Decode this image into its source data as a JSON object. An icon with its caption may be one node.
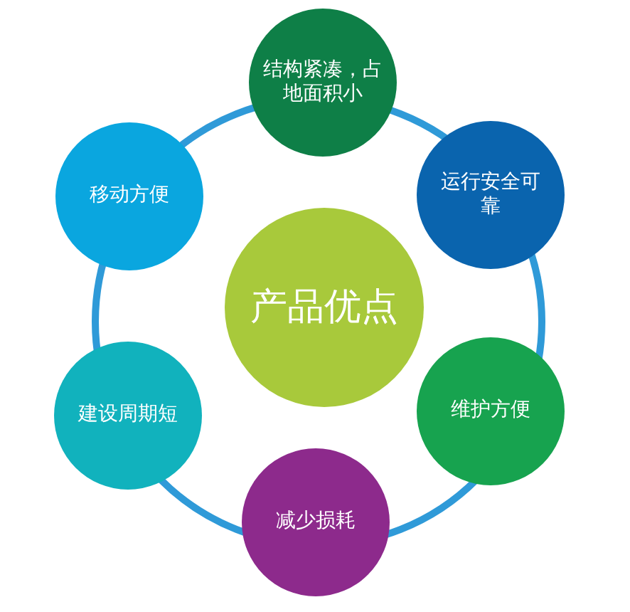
{
  "diagram": {
    "nodes": [
      {
        "text": [
          "产品优点"
        ]
      },
      {
        "text": [
          "结构紧凑，占地面积小"
        ]
      },
      {
        "text": [
          "运行安全可靠"
        ]
      },
      {
        "text": [
          "维护方便"
        ]
      },
      {
        "text": [
          "减少损耗"
        ]
      },
      {
        "text": [
          "建设周期短"
        ]
      },
      {
        "text": [
          "移动方便"
        ]
      }
    ]
  }
}
